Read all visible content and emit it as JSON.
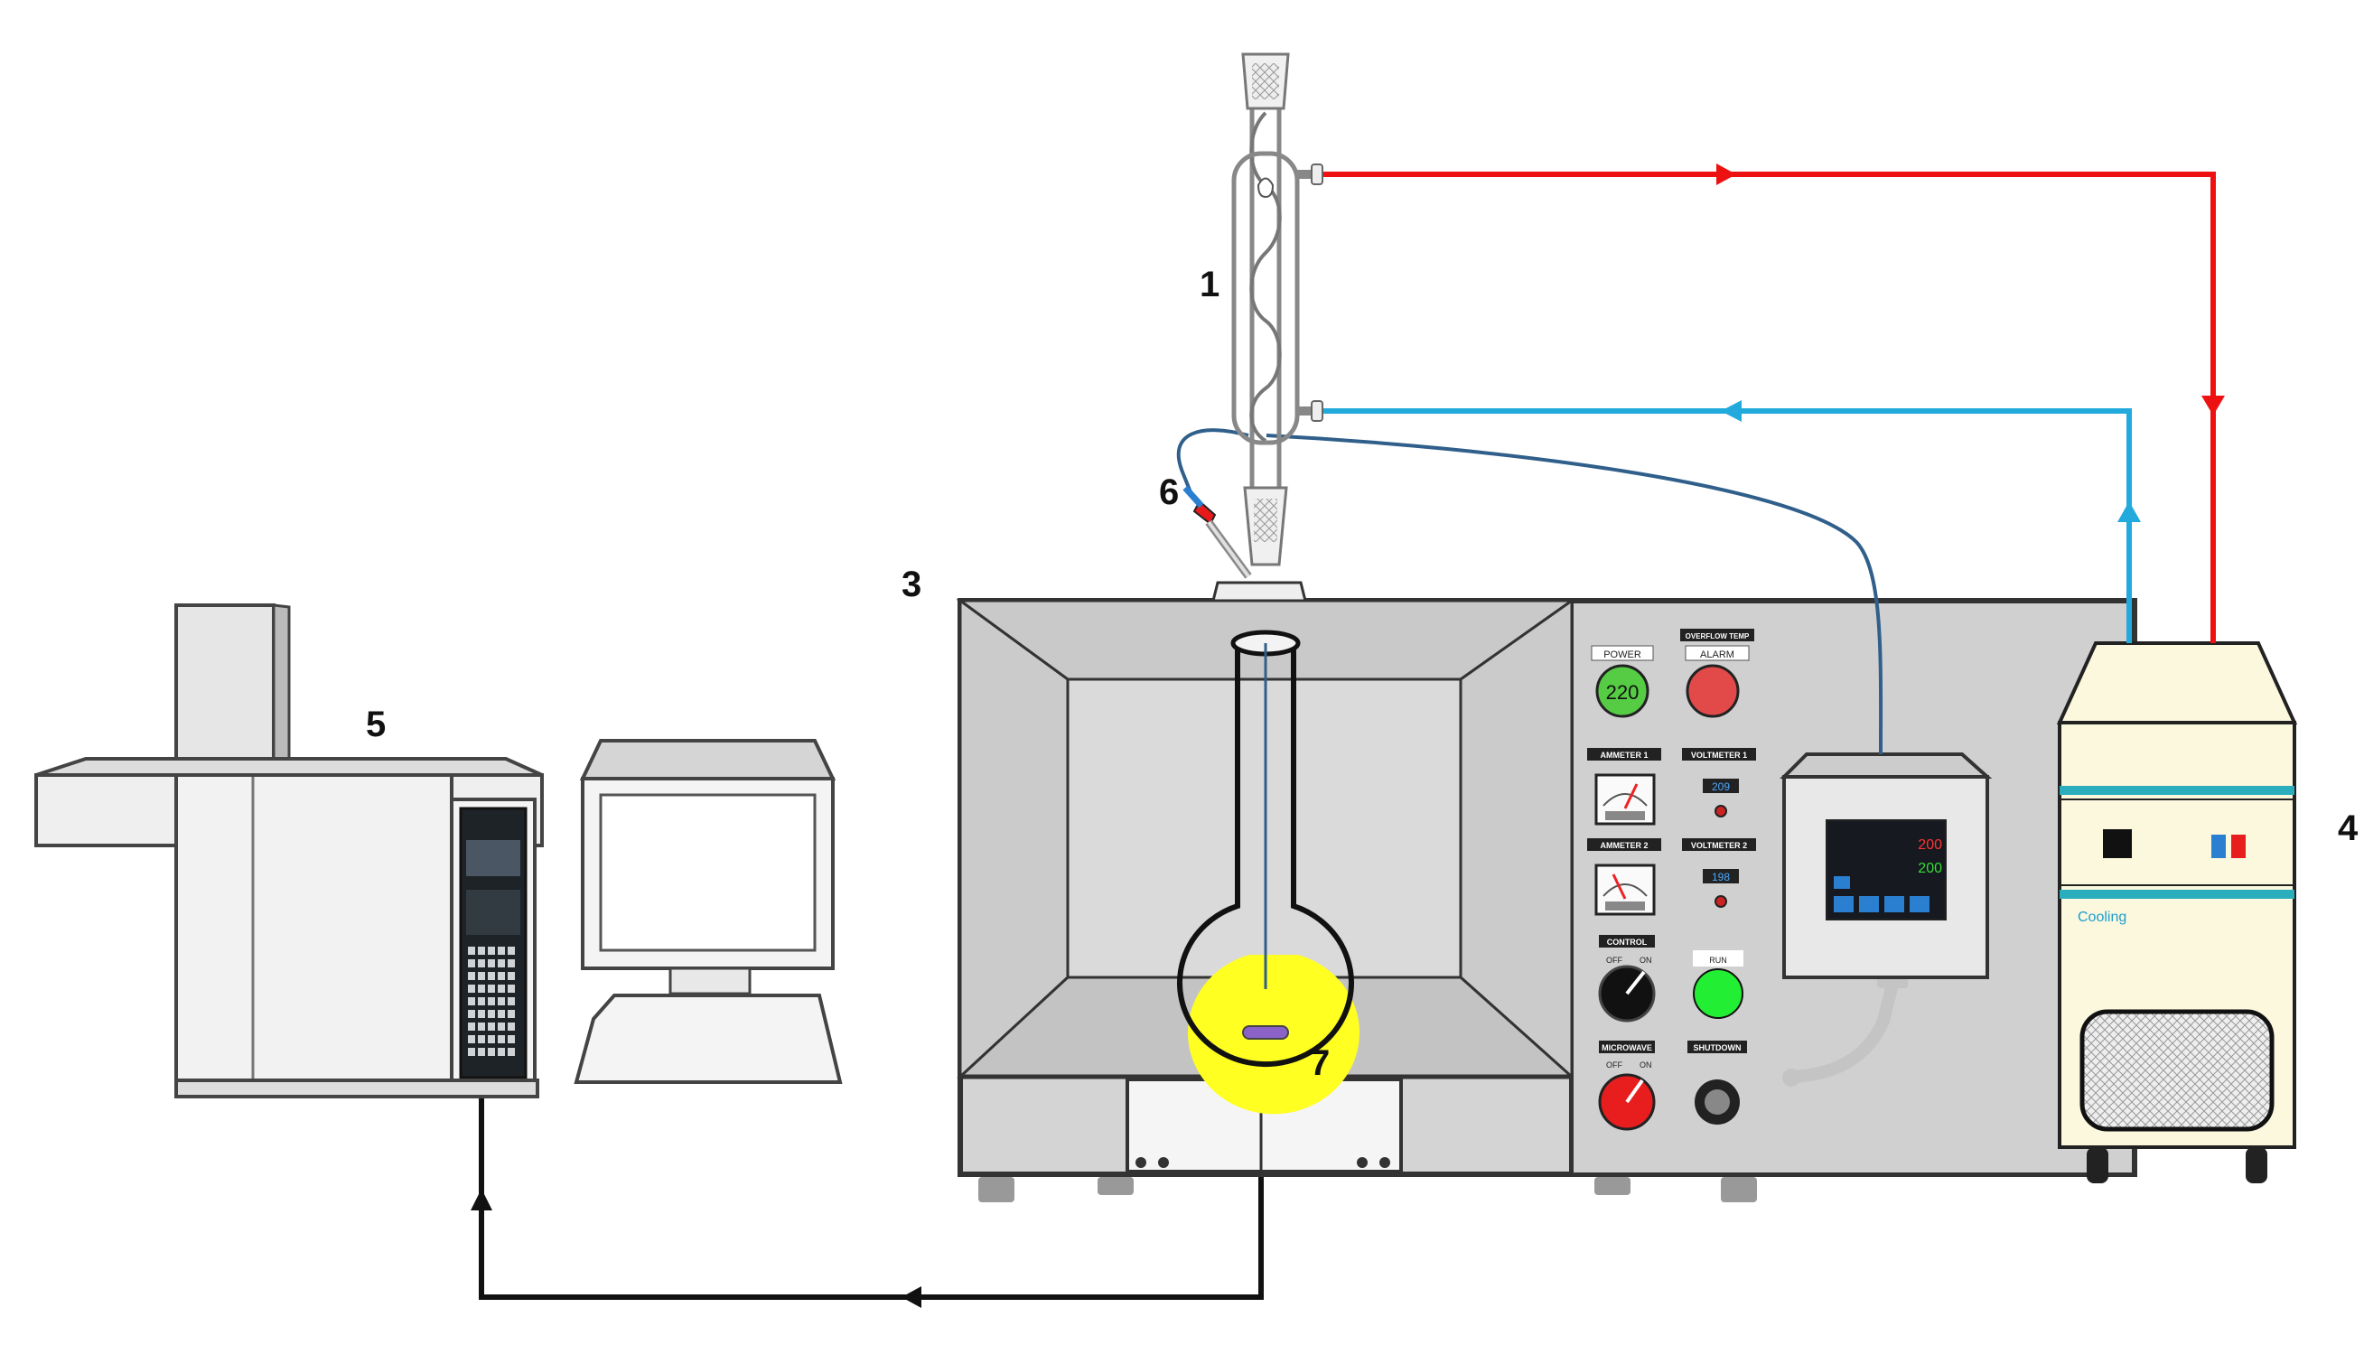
{
  "labels": {
    "condenser": "1",
    "oven": "3",
    "chiller": "4",
    "gc": "5",
    "thermocouple": "6",
    "stirrer": "7"
  },
  "oven_panel": {
    "power_label": "POWER",
    "power_value": "220",
    "overflow_label": "OVERFLOW TEMP",
    "alarm_label": "ALARM",
    "ammeter1": "AMMETER 1",
    "voltmeter1": "VOLTMETER 1",
    "voltmeter1_value": "209",
    "ammeter2": "AMMETER 2",
    "voltmeter2": "VOLTMETER 2",
    "voltmeter2_value": "198",
    "control_label": "CONTROL",
    "run_label": "RUN",
    "microwave_label": "MICROWAVE",
    "shutdown_label": "SHUTDOWN",
    "off": "OFF",
    "on": "ON"
  },
  "temp_controller": {
    "pv": "200",
    "sv": "200"
  },
  "chiller": {
    "label": "Cooling"
  },
  "colors": {
    "hot_line": "#ee1111",
    "cold_line": "#22aadd",
    "thermo_wire": "#2f5f8a",
    "signal_line": "#111111",
    "oven_body": "#d6d6d6",
    "liquid": "#ffff22",
    "chiller_body": "#fbf8de"
  }
}
